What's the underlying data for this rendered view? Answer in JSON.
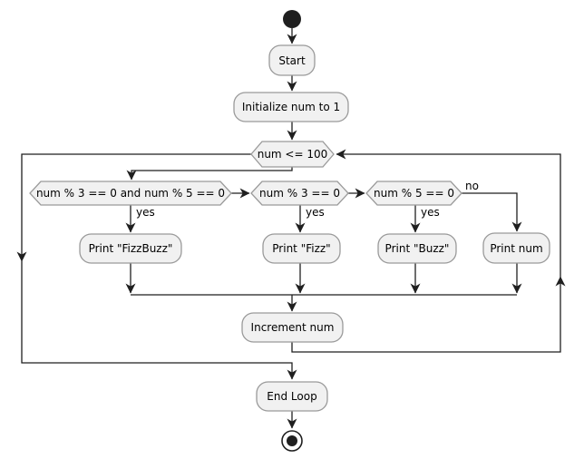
{
  "diagram_type": "activity-flowchart",
  "flowchart": {
    "nodes": {
      "start": "Start",
      "initialize": "Initialize num to 1",
      "loop_condition": "num <= 100",
      "condition_fizzbuzz": "num % 3 == 0 and num % 5 == 0",
      "condition_fizz": "num % 3 == 0",
      "condition_buzz": "num % 5 == 0",
      "print_fizzbuzz": "Print \"FizzBuzz\"",
      "print_fizz": "Print \"Fizz\"",
      "print_buzz": "Print \"Buzz\"",
      "print_num": "Print num",
      "increment": "Increment num",
      "end_loop": "End Loop"
    },
    "edge_labels": {
      "yes_fizzbuzz": "yes",
      "yes_fizz": "yes",
      "yes_buzz": "yes",
      "no": "no"
    }
  },
  "colors": {
    "background": "#ffffff",
    "node_fill": "#f1f1f1",
    "node_border": "#9a9a9a",
    "edge": "#1f1f1f",
    "text": "#000000"
  }
}
